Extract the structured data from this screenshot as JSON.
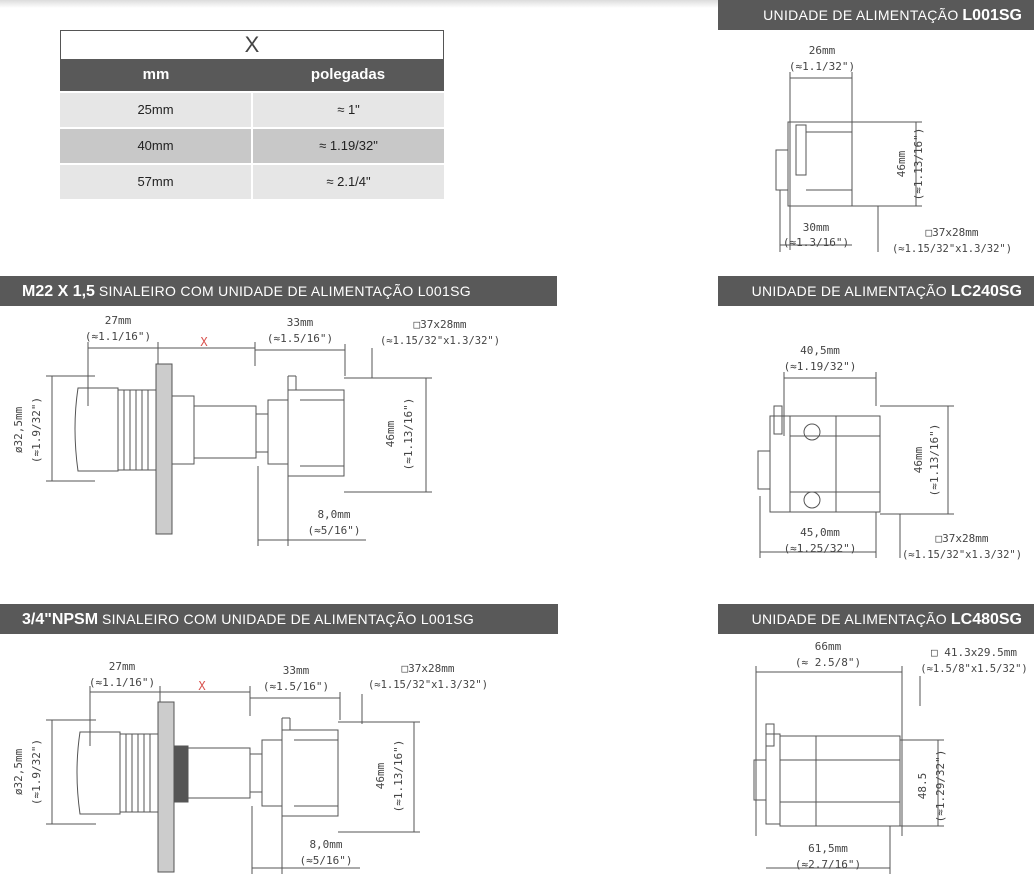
{
  "table": {
    "header": "X",
    "columns": [
      "mm",
      "polegadas"
    ],
    "rows": [
      [
        "25mm",
        "≈ 1\""
      ],
      [
        "40mm",
        "≈ 1.19/32\""
      ],
      [
        "57mm",
        "≈ 2.1/4\""
      ]
    ]
  },
  "sections": {
    "m22": {
      "bold": "M22 X 1,5",
      "normal": "SINALEIRO COM UNIDADE DE ALIMENTAÇÃO L001SG"
    },
    "npsm": {
      "bold": "3/4\"NPSM",
      "normal": "SINALEIRO COM UNIDADE DE ALIMENTAÇÃO L001SG"
    },
    "l001sg": {
      "normal": "UNIDADE DE ALIMENTAÇÃO",
      "bold": "L001SG"
    },
    "lc240sg": {
      "normal": "UNIDADE DE ALIMENTAÇÃO",
      "bold": "LC240SG"
    },
    "lc480sg": {
      "normal": "UNIDADE DE ALIMENTAÇÃO",
      "bold": "LC480SG"
    }
  },
  "dims": {
    "l001sg": {
      "width_top": "26mm",
      "width_top_in": "(≈1.1/32\")",
      "height": "46mm",
      "height_in": "(≈1.13/16\")",
      "width_bottom": "30mm",
      "width_bottom_in": "(≈1.3/16\")",
      "box": "□37x28mm",
      "box_in": "(≈1.15/32\"x1.3/32\")"
    },
    "m22": {
      "d1": "27mm",
      "d1_in": "(≈1.1/16\")",
      "x": "X",
      "d2": "33mm",
      "d2_in": "(≈1.5/16\")",
      "box": "□37x28mm",
      "box_in": "(≈1.15/32\"x1.3/32\")",
      "dia": "ø32,5mm",
      "dia_in": "(≈1.9/32\")",
      "height": "46mm",
      "height_in": "(≈1.13/16\")",
      "d3": "8,0mm",
      "d3_in": "(≈5/16\")"
    },
    "lc240sg": {
      "width_top": "40,5mm",
      "width_top_in": "(≈1.19/32\")",
      "height": "46mm",
      "height_in": "(≈1.13/16\")",
      "width_bottom": "45,0mm",
      "width_bottom_in": "(≈1.25/32\")",
      "box": "□37x28mm",
      "box_in": "(≈1.15/32\"x1.3/32\")"
    },
    "npsm": {
      "d1": "27mm",
      "d1_in": "(≈1.1/16\")",
      "x": "X",
      "d2": "33mm",
      "d2_in": "(≈1.5/16\")",
      "box": "□37x28mm",
      "box_in": "(≈1.15/32\"x1.3/32\")",
      "dia": "ø32,5mm",
      "dia_in": "(≈1.9/32\")",
      "height": "46mm",
      "height_in": "(≈1.13/16\")",
      "d3": "8,0mm",
      "d3_in": "(≈5/16\")"
    },
    "lc480sg": {
      "width_top": "66mm",
      "width_top_in": "(≈ 2.5/8\")",
      "box": "□ 41.3x29.5mm",
      "box_in": "(≈1.5/8\"x1.5/32\")",
      "height": "48.5",
      "height_in": "(≈1.29/32\")",
      "width_bottom": "61,5mm",
      "width_bottom_in": "(≈2.7/16\")"
    }
  },
  "colors": {
    "bar": "#595959",
    "accent_red": "#d9534f",
    "line": "#555555"
  }
}
